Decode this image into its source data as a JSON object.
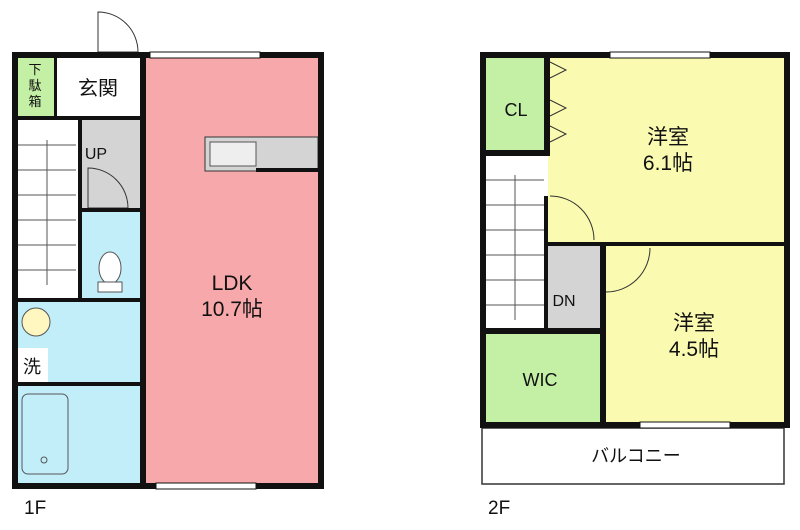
{
  "floor1": {
    "label": "1F",
    "rooms": {
      "shoe_box": [
        "下",
        "駄",
        "箱"
      ],
      "entrance": "玄関",
      "stair_up": "UP",
      "ldk_name": "LDK",
      "ldk_size": "10.7帖",
      "washroom": "洗"
    }
  },
  "floor2": {
    "label": "2F",
    "rooms": {
      "closet": "CL",
      "bedroom1_name": "洋室",
      "bedroom1_size": "6.1帖",
      "stair_down": "DN",
      "bedroom2_name": "洋室",
      "bedroom2_size": "4.5帖",
      "wic": "WIC",
      "balcony": "バルコニー"
    }
  },
  "colors": {
    "ldk": "#f7a8ab",
    "bedroom": "#fafab0",
    "storage": "#c4f0a6",
    "wet_area": "#c2eefa",
    "hall": "#d4d4d4",
    "wall": "#111111"
  }
}
